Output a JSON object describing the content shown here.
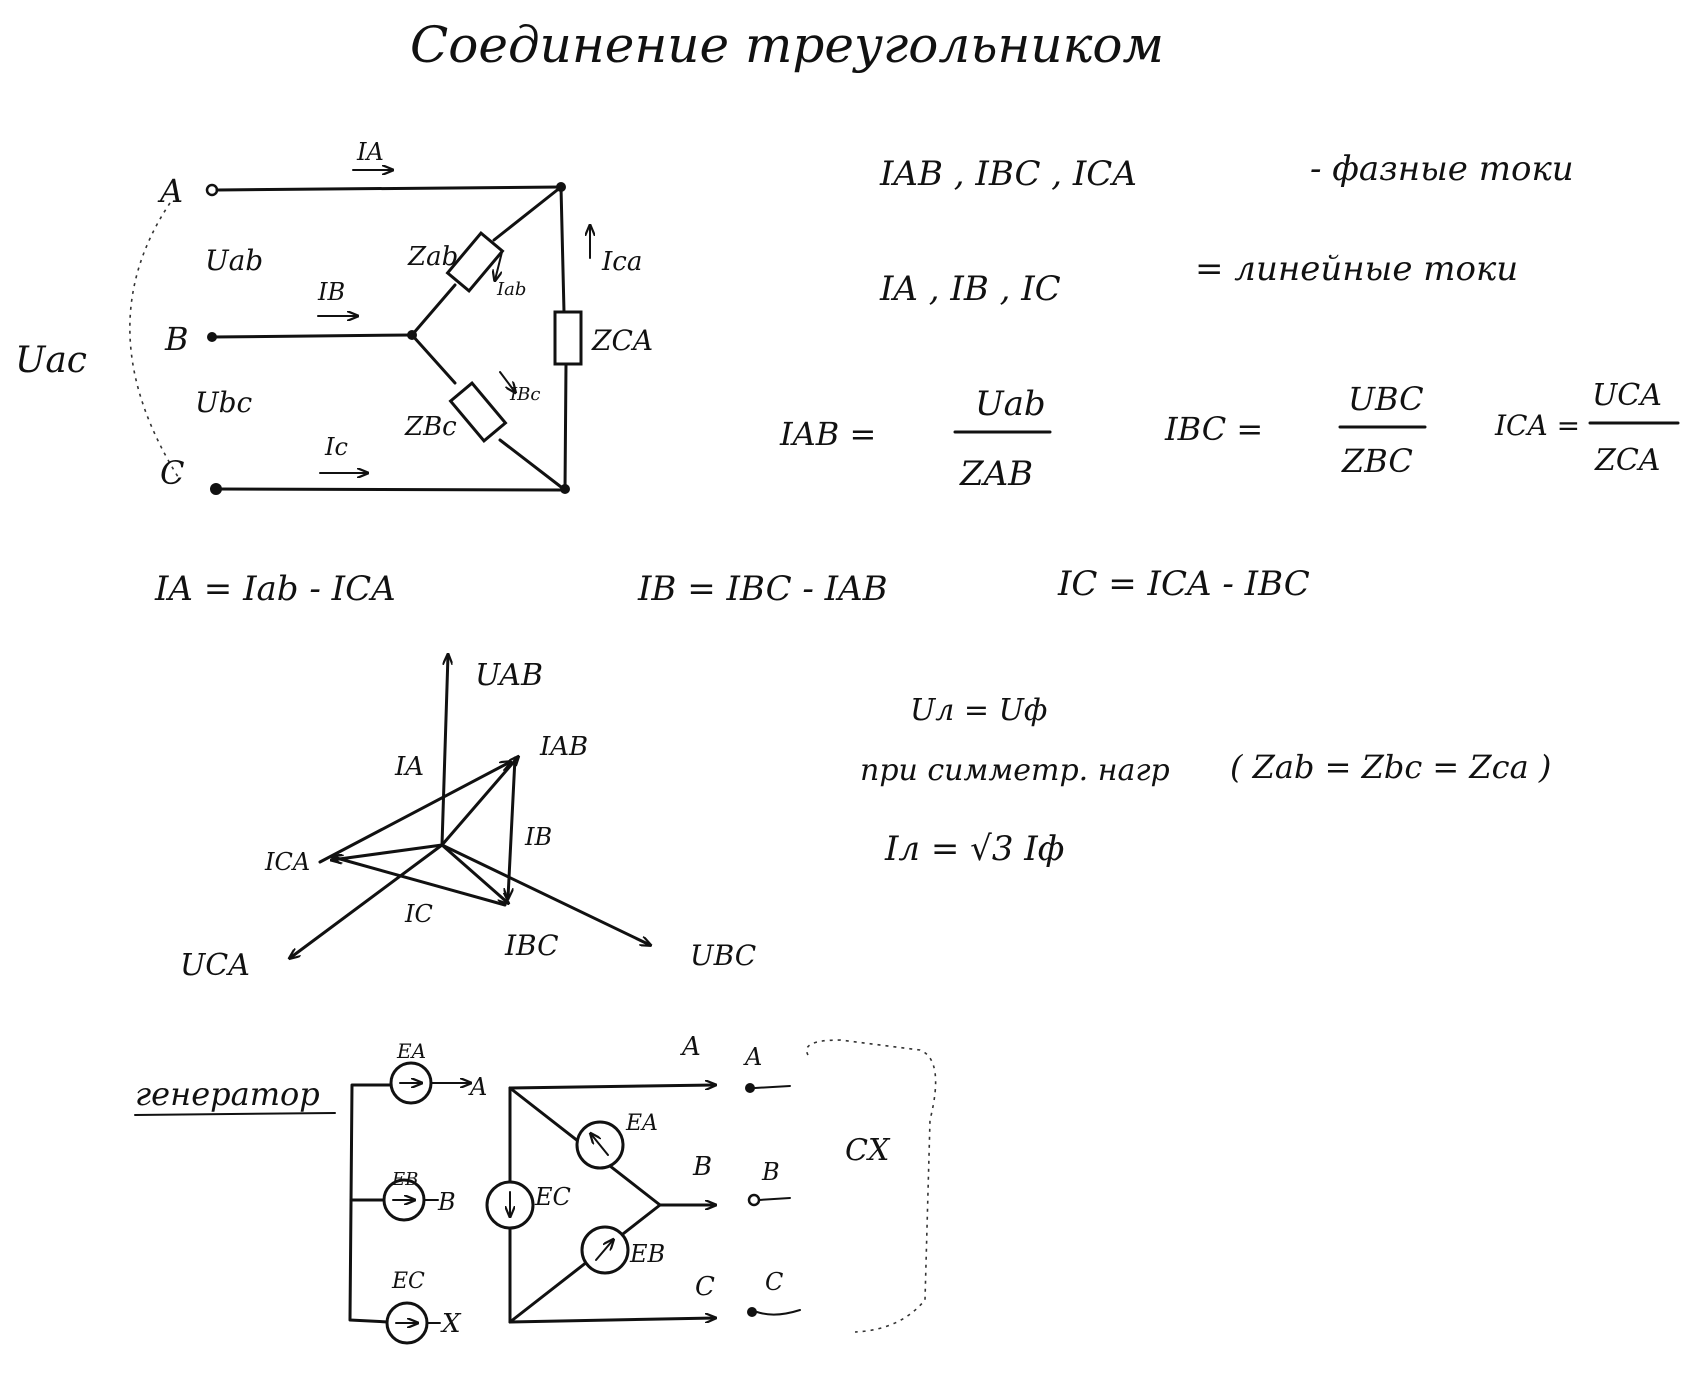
{
  "title": "Соединение треугольником",
  "delta_circuit": {
    "node_A": "A",
    "node_B": "B",
    "node_C": "C",
    "line_current_A": "IA",
    "line_current_B": "IB",
    "line_current_C": "Ic",
    "voltage_ab": "Uab",
    "voltage_bc": "Ubc",
    "voltage_ac": "Uac",
    "load_ab": "Zab",
    "load_bc": "ZBc",
    "load_ca": "ZCA",
    "phase_current_ab": "Iab",
    "phase_current_bc": "IBc",
    "phase_current_ca": "Ica"
  },
  "notes": {
    "phase_currents_list": "IAB , IBC , ICA",
    "phase_currents_label": "- фазные токи",
    "line_currents_list": "IA , IB , IC",
    "line_currents_label": "= линейные токи"
  },
  "formulas": {
    "iab_lhs": "IAB =",
    "iab_num": "Uab",
    "iab_den": "ZAB",
    "ibc_lhs": "IBC =",
    "ibc_num": "UBC",
    "ibc_den": "ZBC",
    "ica_lhs": "ICA =",
    "ica_num": "UCA",
    "ica_den": "ZCA",
    "ia": "IA = Iab - ICA",
    "ib": "IB = IBC - IAB",
    "ic": "IC = ICA - IBC"
  },
  "phasor": {
    "u_ab": "UAB",
    "u_bc": "UBC",
    "u_ca": "UCA",
    "i_ab": "IAB",
    "i_bc": "IBC",
    "i_ca": "ICA",
    "i_a": "IA",
    "i_b": "IB",
    "i_c": "IC"
  },
  "symmetric": {
    "line1": "Uл = Uф",
    "line2": "при симметр. нагр",
    "condition": "( Zab = Zbc = Zca )",
    "result": "Iл = √3 Iф"
  },
  "generator": {
    "label": "генератор",
    "ea_wye": "EA",
    "eb_wye": "EB",
    "ec_wye": "EC",
    "out_a": "A",
    "out_b": "B",
    "out_x": "X",
    "ea_delta": "EA",
    "eb_delta": "EB",
    "ec_delta": "EC",
    "line_a": "A",
    "line_b": "B",
    "line_c": "C",
    "term_a": "A",
    "term_b": "B",
    "term_c": "C",
    "box_label": "СХ"
  }
}
